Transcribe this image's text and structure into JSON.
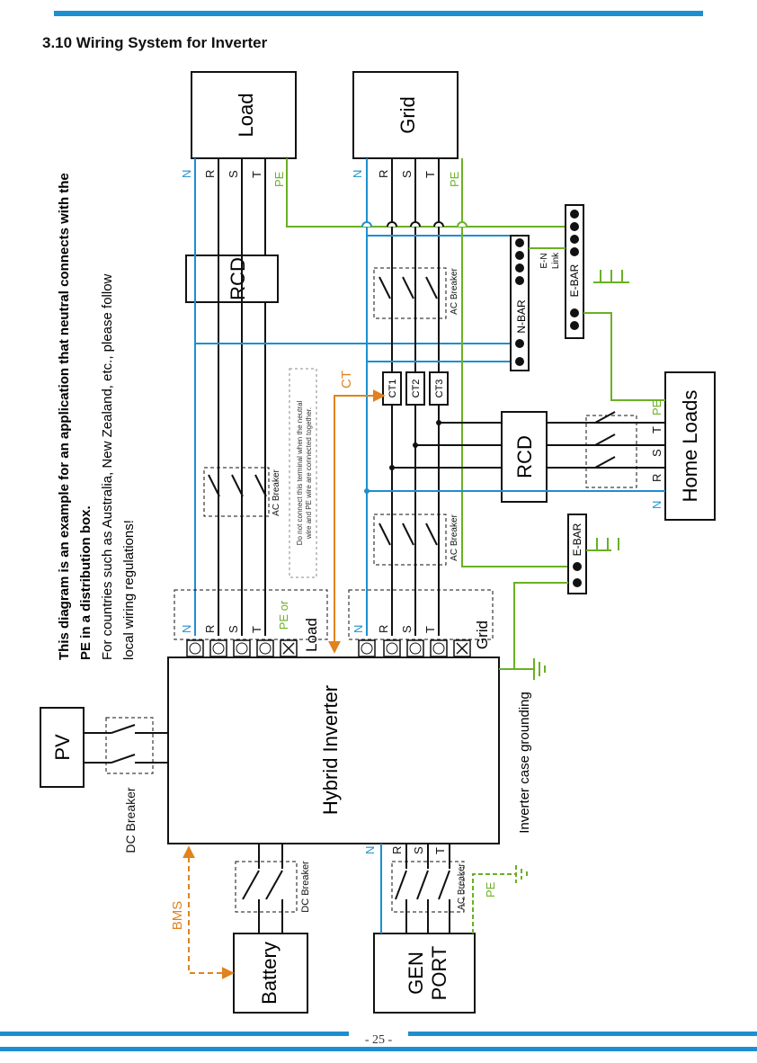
{
  "section_title": "3.10 Wiring System for Inverter",
  "note": {
    "line1": "This diagram is an example for an application that neutral connects with the",
    "line2": "PE in a distribution box.",
    "line3": "For countries such as Australia, New Zealand, etc., please follow",
    "line4": "local wiring regulations!"
  },
  "boxes": {
    "load": "Load",
    "grid": "Grid",
    "rcd": "RCD",
    "home_loads": "Home Loads",
    "pv": "PV",
    "hybrid_inverter": "Hybrid Inverter",
    "battery": "Battery",
    "gen_port_line1": "GEN",
    "gen_port_line2": "PORT"
  },
  "phase_labels": {
    "n": "N",
    "r": "R",
    "s": "S",
    "t": "T",
    "pe": "PE"
  },
  "labels": {
    "ac_breaker": "AC Breaker",
    "dc_breaker": "DC Breaker",
    "n_bar": "N-BAR",
    "e_bar": "E-BAR",
    "e_n_line1": "E-N",
    "e_n_line2": "Link",
    "ct": "CT",
    "ct1": "CT1",
    "ct2": "CT2",
    "ct3": "CT3",
    "bms": "BMS",
    "pe_or": "PE or",
    "terminal_load": "Load",
    "terminal_grid": "Grid",
    "caution_line1": "Do not connect this terminal when the neutral",
    "caution_line2": "wire and PE wire are connected together.",
    "inverter_case_grounding": "Inverter case grounding"
  },
  "colors": {
    "neutral_wire": "#1d8fd1",
    "pe_wire": "#6ab023",
    "signal_line": "#e0821e",
    "phase_wire": "#111111",
    "accent_bar": "#1d8fd1"
  },
  "page_number": "- 25 -"
}
